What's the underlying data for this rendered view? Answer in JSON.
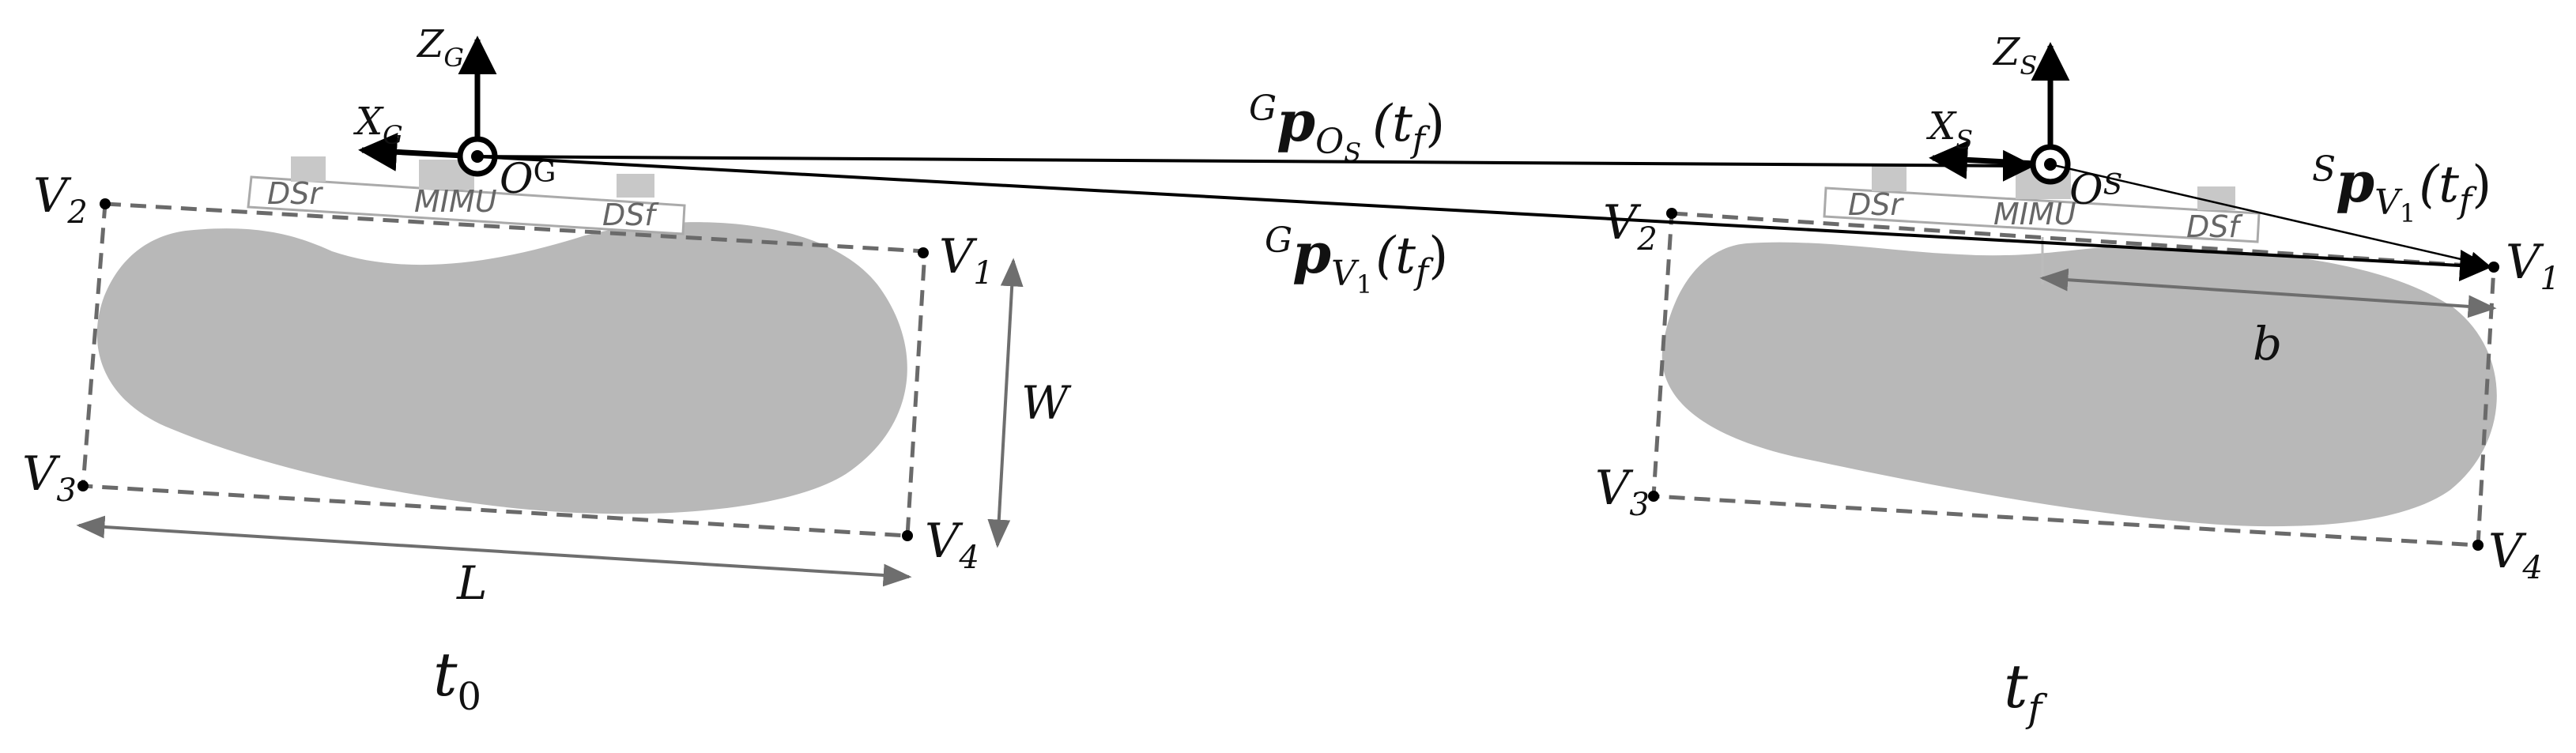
{
  "colors": {
    "body_fill": "#b8b8b8",
    "box_stroke": "#6a6a6a",
    "arrow_dark": "#000000",
    "arrow_gray": "#6e6e6e",
    "sensor_fill": "#c8c8c8",
    "sensor_bar_stroke": "#aaaaaa"
  },
  "left": {
    "frame_z": "Z",
    "frame_z_sub": "G",
    "frame_x": "X",
    "frame_x_sub": "G",
    "origin": "O",
    "origin_sub": "G",
    "sensor_labels": [
      "DSr",
      "MIMU",
      "DSf"
    ],
    "v1": "V",
    "v1_sub": "1",
    "v2": "V",
    "v2_sub": "2",
    "v3": "V",
    "v3_sub": "3",
    "v4": "V",
    "v4_sub": "4",
    "width_label": "W",
    "length_label": "L",
    "time": "t",
    "time_sub": "0"
  },
  "right": {
    "frame_z": "Z",
    "frame_z_sub": "S",
    "frame_x": "X",
    "frame_x_sub": "S",
    "origin": "O",
    "origin_sub": "S",
    "sensor_labels": [
      "DSr",
      "MIMU",
      "DSf"
    ],
    "v1": "V",
    "v1_sub": "1",
    "v2": "V",
    "v2_sub": "2",
    "v3": "V",
    "v3_sub": "3",
    "v4": "V",
    "v4_sub": "4",
    "b_label": "b",
    "time": "t",
    "time_sub": "f"
  },
  "vectors": {
    "p_os": {
      "sup": "G",
      "p": "p",
      "sub": "O",
      "subsub": "S",
      "arg_open": "(t",
      "arg_sub": "f",
      "arg_close": ")"
    },
    "p_v1_global": {
      "sup": "G",
      "p": "p",
      "sub": "V",
      "subsub": "1",
      "arg_open": "(t",
      "arg_sub": "f",
      "arg_close": ")"
    },
    "p_v1_sensor": {
      "sup": "S",
      "p": "p",
      "sub": "V",
      "subsub": "1",
      "arg_open": "(t",
      "arg_sub": "f",
      "arg_close": ")"
    }
  }
}
